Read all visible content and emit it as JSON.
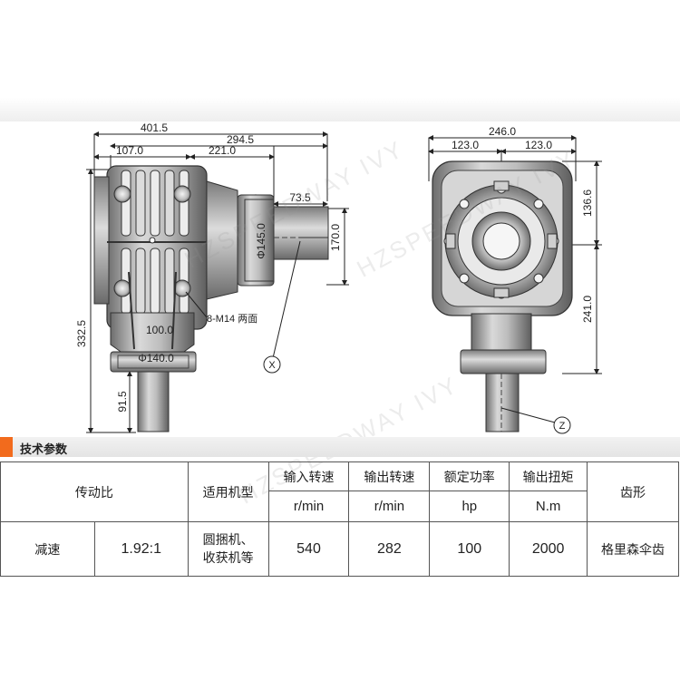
{
  "watermark": "HZSPEEDWAY IVY",
  "left_view": {
    "dims": {
      "overall_length": "401.5",
      "to_output_end": "294.5",
      "left_offset": "107.0",
      "to_flange": "221.0",
      "shaft_length": "73.5",
      "flange_diameter": "Φ145.0",
      "flange_height": "170.0",
      "height": "332.5",
      "base_width": "100.0",
      "base_diameter": "Φ140.0",
      "input_shaft": "91.5"
    },
    "bolt_callout": "8-M14 两面",
    "section_marker": "X"
  },
  "right_view": {
    "dims": {
      "overall_width": "246.0",
      "half_left": "123.0",
      "half_right": "123.0",
      "upper_height": "136.6",
      "lower_height": "241.0"
    },
    "section_marker": "Z"
  },
  "section": {
    "title": "技术参数",
    "accent_color": "#f26b1d"
  },
  "table": {
    "headers": {
      "ratio": "传动比",
      "machine": "适用机型",
      "input_speed": "输入转速",
      "output_speed": "输出转速",
      "power": "额定功率",
      "torque": "输出扭矩",
      "tooth": "齿形"
    },
    "units": {
      "input_speed": "r/min",
      "output_speed": "r/min",
      "power": "hp",
      "torque": "N.m"
    },
    "row": {
      "type": "减速",
      "ratio": "1.92:1",
      "machine_line1": "圆捆机、",
      "machine_line2": "收获机等",
      "input_speed": "540",
      "output_speed": "282",
      "power": "100",
      "torque": "2000",
      "tooth": "格里森伞齿"
    }
  }
}
